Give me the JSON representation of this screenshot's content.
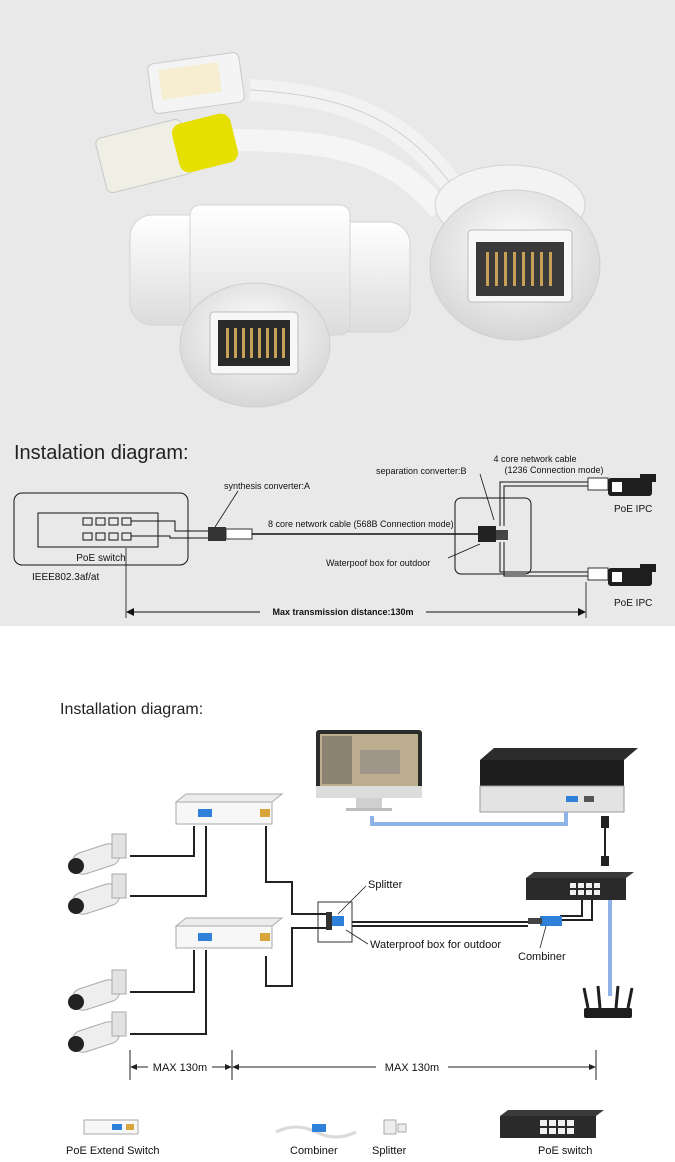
{
  "top": {
    "title": "Instalation diagram:",
    "switch_label": "PoE switch",
    "standard": "IEEE802.3af/at",
    "converter_a": "synthesis converter:A",
    "cable_8core": "8 core network cable (568B Connection mode)",
    "converter_b": "separation converter:B",
    "cable_4core_line1": "4 core network cable",
    "cable_4core_line2": "(1236 Connection mode)",
    "waterproof": "Waterpoof box for outdoor",
    "ipc1": "PoE IPC",
    "ipc2": "PoE IPC",
    "max_distance": "Max transmission distance:130m"
  },
  "bottom": {
    "title": "Installation diagram:",
    "splitter": "Splitter",
    "waterproof": "Waterproof box for outdoor",
    "combiner": "Combiner",
    "max_left": "MAX 130m",
    "max_right": "MAX  130m",
    "legend": {
      "extend_switch": "PoE Extend Switch",
      "combiner": "Combiner",
      "splitter": "Splitter",
      "poe_switch": "PoE switch"
    }
  },
  "colors": {
    "top_bg": "#e9e9e9",
    "rj45_yellow": "#e6e000",
    "port_blue": "#2f80d8",
    "cable_blue": "#8fb3e6"
  }
}
